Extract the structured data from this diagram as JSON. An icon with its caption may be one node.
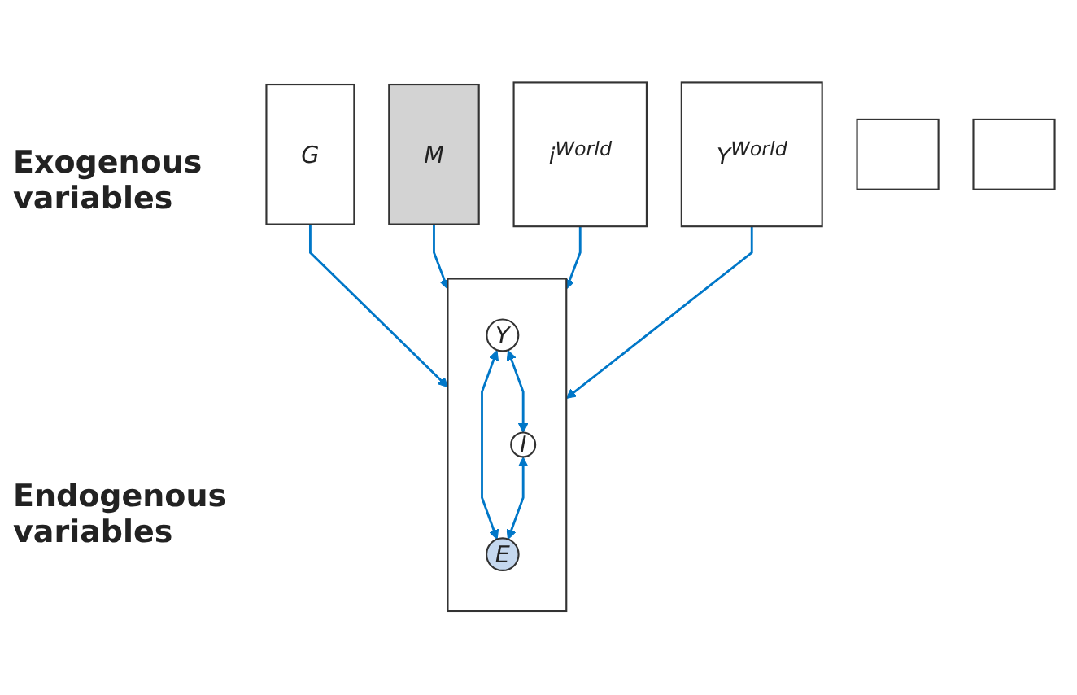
{
  "diagram": {
    "nodes": [
      {
        "text": [
          "G"
        ]
      },
      {
        "text": [
          "M"
        ]
      },
      {
        "text": [
          "*i*$^{World}$"
        ]
      },
      {
        "text": [
          "*Y*$^{World}$"
        ]
      },
      {
        "text": [],
        "shape": "box"
      },
      {
        "text": [],
        "shape": "box"
      },
      {
        "text": [],
        "shape": "box"
      },
      {
        "text": [
          "Y"
        ],
        "in": 6
      },
      {
        "text": [
          "I"
        ],
        "in": 6
      },
      {
        "text": [
          "E"
        ],
        "in": 6
      }
    ],
    "edges": [
      {
        "from": 0,
        "to": 6,
        "arrow": "to"
      },
      {
        "from": 1,
        "to": 6,
        "arrow": "to"
      },
      {
        "from": 2,
        "to": 6,
        "arrow": "to"
      },
      {
        "from": 3,
        "to": 6,
        "arrow": "to"
      },
      {
        "from": 7,
        "to": 8,
        "arrow": "both"
      },
      {
        "from": 7,
        "to": 9,
        "arrow": "both"
      },
      {
        "from": 8,
        "to": 9,
        "arrow": "both"
      }
    ],
    "labels": [
      "Exogenous variables",
      "Endogenous variables"
    ]
  }
}
